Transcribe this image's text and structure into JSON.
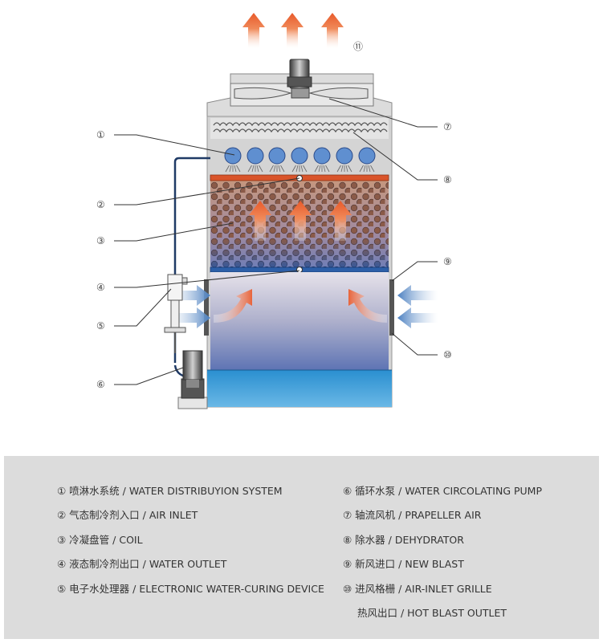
{
  "colors": {
    "hot_air": "#e8643a",
    "cold_air": "#4a7fc0",
    "basin_water": "#2a8fd0",
    "pipe": "#1f3a66",
    "spray_nozzle": "#5f8fd0",
    "coil_header_top": "#d9542a",
    "coil_header_bottom": "#2d5fa8",
    "legend_bg": "#dcdcdc"
  },
  "callouts": {
    "c1": "①",
    "c2": "②",
    "c3": "③",
    "c4": "④",
    "c5": "⑤",
    "c6": "⑥",
    "c7": "⑦",
    "c8": "⑧",
    "c9": "⑨",
    "c10": "⑩",
    "c11": "⑪"
  },
  "legend": {
    "left": [
      "① 喷淋水系统 / WATER DISTRIBUYION SYSTEM",
      "② 气态制冷剂入口 / AIR INLET",
      "③  冷凝盘管 / COIL",
      "④ 液态制冷剂出口 / WATER OUTLET",
      "⑤ 电子水处理器 / ELECTRONIC WATER-CURING DEVICE"
    ],
    "right": [
      "⑥ 循环水泵 / WATER CIRCOLATING PUMP",
      "⑦ 轴流风机 / PRAPELLER AIR",
      "⑧ 除水器 / DEHYDRATOR",
      "⑨ 新风进口 / NEW BLAST",
      "⑩ 进风格栅 / AIR-INLET GRILLE",
      "热风出口 / HOT BLAST OUTLET"
    ]
  }
}
